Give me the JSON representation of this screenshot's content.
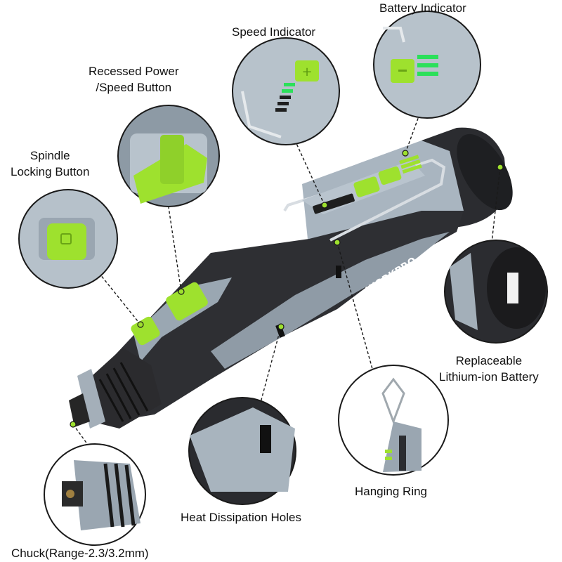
{
  "brand": "WORKPRO",
  "colors": {
    "accent": "#9ee12e",
    "body_dark": "#2e2f33",
    "body_grey": "#9aa7b2",
    "leader": "#1a1a1a"
  },
  "callouts": {
    "battery_indicator": "Battery Indicator",
    "speed_indicator": "Speed Indicator",
    "power_button_line1": "Recessed Power",
    "power_button_line2": "/Speed Button",
    "spindle_lock_line1": "Spindle",
    "spindle_lock_line2": "Locking Button",
    "battery_line1": "Replaceable",
    "battery_line2": "Lithium-ion Battery",
    "hanging_ring": "Hanging Ring",
    "heat_holes": "Heat Dissipation Holes",
    "chuck": "Chuck(Range-2.3/3.2mm)"
  }
}
